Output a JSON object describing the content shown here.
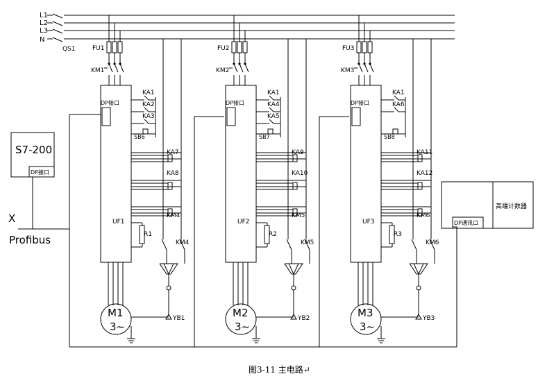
{
  "buses": [
    "L1",
    "L2",
    "L3",
    "N"
  ],
  "qs_label": "QS1",
  "plc": {
    "name": "S7-200",
    "port": "DP接口"
  },
  "profibus": {
    "x": "X",
    "label": "Profibus"
  },
  "counter": {
    "name": "高端计数器",
    "port": "DP通讯口"
  },
  "caption": "图3-11  主电路↵",
  "units": [
    {
      "fu": "FU1",
      "km": "KM1",
      "dp": "DP接口",
      "uf": "UF1",
      "r": "R1",
      "ka_top": [
        "KA1",
        "KA2",
        "KA3"
      ],
      "sb": "SB6",
      "ka_coils": [
        "KA7",
        "KA8"
      ],
      "km_coil": "KM4",
      "km_sw": "KM4",
      "motor": "M1",
      "phase": "3~",
      "yb": "YB1"
    },
    {
      "fu": "FU2",
      "km": "KM2",
      "dp": "DP接口",
      "uf": "UF2",
      "r": "R2",
      "ka_top": [
        "KA1",
        "KA4",
        "KA5"
      ],
      "sb": "SB7",
      "ka_coils": [
        "KA9",
        "KA10"
      ],
      "km_coil": "KM5",
      "km_sw": "KM5",
      "motor": "M2",
      "phase": "3~",
      "yb": "YB2"
    },
    {
      "fu": "FU3",
      "km": "KM3",
      "dp": "DP接口",
      "uf": "UF3",
      "r": "R3",
      "ka_top": [
        "KA1",
        "KA6"
      ],
      "sb": "SB8",
      "ka_coils": [
        "KA11",
        "KA12"
      ],
      "km_coil": "KM6",
      "km_sw": "KM6",
      "motor": "M3",
      "phase": "3~",
      "yb": "YB3"
    }
  ]
}
